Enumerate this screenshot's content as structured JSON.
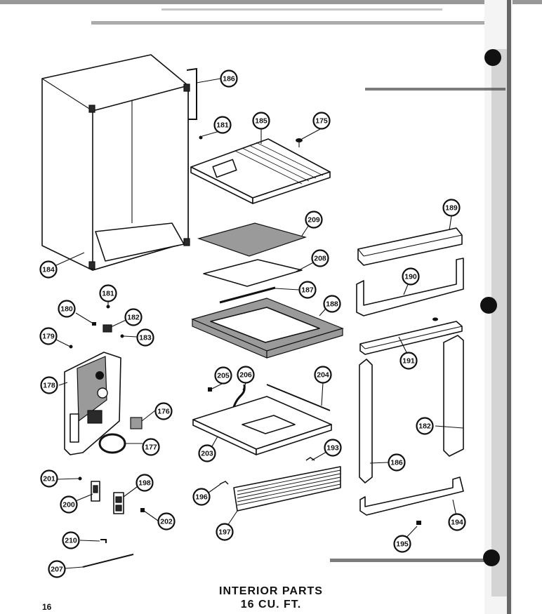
{
  "caption": {
    "line1": "INTERIOR PARTS",
    "line2": "16 CU. FT."
  },
  "page_number": "16",
  "callouts": [
    {
      "id": "c186a",
      "label": "186"
    },
    {
      "id": "c181a",
      "label": "181"
    },
    {
      "id": "c185",
      "label": "185"
    },
    {
      "id": "c175",
      "label": "175"
    },
    {
      "id": "c184",
      "label": "184"
    },
    {
      "id": "c209",
      "label": "209"
    },
    {
      "id": "c208",
      "label": "208"
    },
    {
      "id": "c187",
      "label": "187"
    },
    {
      "id": "c188",
      "label": "188"
    },
    {
      "id": "c189",
      "label": "189"
    },
    {
      "id": "c190",
      "label": "190"
    },
    {
      "id": "c181b",
      "label": "181"
    },
    {
      "id": "c180",
      "label": "180"
    },
    {
      "id": "c182a",
      "label": "182"
    },
    {
      "id": "c183",
      "label": "183"
    },
    {
      "id": "c179",
      "label": "179"
    },
    {
      "id": "c178",
      "label": "178"
    },
    {
      "id": "c176",
      "label": "176"
    },
    {
      "id": "c177",
      "label": "177"
    },
    {
      "id": "c205",
      "label": "205"
    },
    {
      "id": "c206",
      "label": "206"
    },
    {
      "id": "c204",
      "label": "204"
    },
    {
      "id": "c203",
      "label": "203"
    },
    {
      "id": "c191",
      "label": "191"
    },
    {
      "id": "c182b",
      "label": "182"
    },
    {
      "id": "c186b",
      "label": "186"
    },
    {
      "id": "c193",
      "label": "193"
    },
    {
      "id": "c201",
      "label": "201"
    },
    {
      "id": "c198",
      "label": "198"
    },
    {
      "id": "c200",
      "label": "200"
    },
    {
      "id": "c202",
      "label": "202"
    },
    {
      "id": "c196",
      "label": "196"
    },
    {
      "id": "c197",
      "label": "197"
    },
    {
      "id": "c194",
      "label": "194"
    },
    {
      "id": "c195",
      "label": "195"
    },
    {
      "id": "c210",
      "label": "210"
    },
    {
      "id": "c207",
      "label": "207"
    }
  ]
}
